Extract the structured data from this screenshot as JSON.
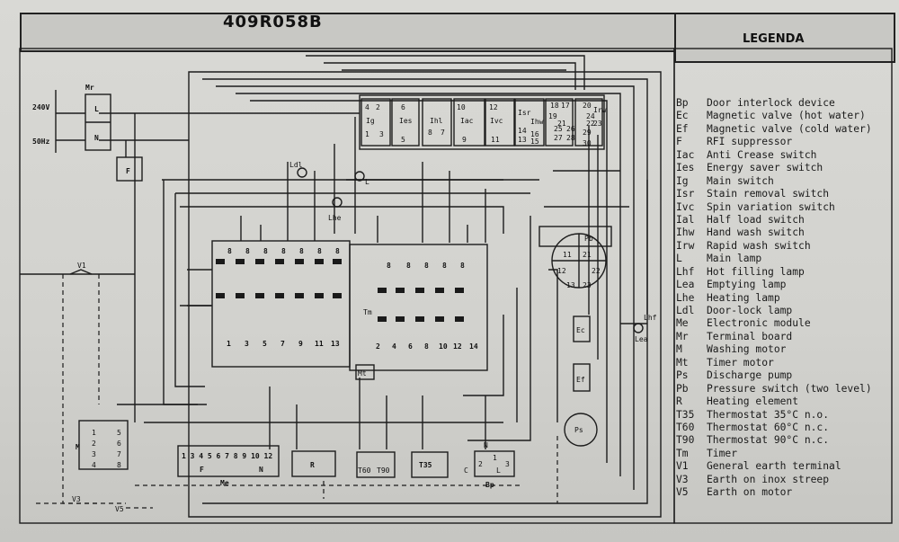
{
  "header": {
    "code": "409R058B",
    "legend_title": "LEGENDA"
  },
  "supply": {
    "voltage": "240V",
    "frequency": "50Hz",
    "terminal_board": "Mr",
    "live": "L",
    "neutral": "N",
    "rfi": "F"
  },
  "earth": {
    "v1": "V1",
    "v3": "V3",
    "v5": "V5"
  },
  "lamps": {
    "ldl": "Ldl",
    "l": "L",
    "lhe": "Lhe",
    "lhf": "Lhf",
    "lea": "Lea"
  },
  "switch_block": {
    "ig": "Ig",
    "ies": "Ies",
    "ihl": "Ihl",
    "iac": "Iac",
    "ivc": "Ivc",
    "isr": "Isr",
    "ihw": "Ihw",
    "irw": "Irw",
    "ig_pins": [
      "4",
      "2",
      "1",
      "3"
    ],
    "ies_pins": [
      "6",
      "5"
    ],
    "ihl_pins": [
      "8",
      "7"
    ],
    "iac_pins": [
      "10",
      "9"
    ],
    "ivc_pins": [
      "12",
      "11"
    ],
    "isr_pins": [
      "14",
      "13"
    ],
    "ihw_pins": [
      "16",
      "15"
    ],
    "irw_pins": [
      "18",
      "17"
    ],
    "right_pins": [
      "20",
      "19",
      "24",
      "22",
      "23",
      "21",
      "25",
      "26",
      "27",
      "28",
      "29",
      "30"
    ]
  },
  "timer": {
    "label": "Tm",
    "motor": "Mt",
    "left_top": [
      "8",
      "8",
      "8",
      "8",
      "8",
      "8",
      "8"
    ],
    "left_bottom": [
      "1",
      "3",
      "5",
      "7",
      "9",
      "11",
      "13"
    ],
    "right_top": [
      "8",
      "8",
      "8",
      "8",
      "8"
    ],
    "right_bottom": [
      "2",
      "4",
      "6",
      "8",
      "10",
      "12",
      "14"
    ]
  },
  "pressure_switch": {
    "label": "Pb",
    "pins": [
      "11",
      "21",
      "12",
      "22",
      "13",
      "23"
    ]
  },
  "valves": {
    "ec": "Ec",
    "ef": "Ef"
  },
  "pump": {
    "label": "Ps"
  },
  "motor": {
    "label": "M",
    "pins": [
      "1",
      "2",
      "3",
      "4",
      "5",
      "6",
      "7",
      "8"
    ]
  },
  "module": {
    "label": "Me",
    "pins": "1 3 4 5 6 7 8 9 10 12",
    "f": "F",
    "n": "N"
  },
  "heater": {
    "label": "R"
  },
  "thermostats": {
    "t60": "T60",
    "t90": "T90",
    "t35": "T35"
  },
  "door": {
    "label": "Bp",
    "n": "N",
    "c": "C",
    "l": "L",
    "pins": [
      "2",
      "1",
      "3"
    ]
  },
  "legend": [
    {
      "code": "Bp",
      "text": "Door interlock device"
    },
    {
      "code": "Ec",
      "text": "Magnetic valve (hot water)"
    },
    {
      "code": "Ef",
      "text": "Magnetic valve (cold water)"
    },
    {
      "code": "F",
      "text": "RFI suppressor"
    },
    {
      "code": "Iac",
      "text": "Anti Crease switch"
    },
    {
      "code": "Ies",
      "text": "Energy saver switch"
    },
    {
      "code": "Ig",
      "text": "Main switch"
    },
    {
      "code": "Isr",
      "text": "Stain removal switch"
    },
    {
      "code": "Ivc",
      "text": "Spin variation switch"
    },
    {
      "code": "Ial",
      "text": "Half load switch"
    },
    {
      "code": "Ihw",
      "text": "Hand wash switch"
    },
    {
      "code": "Irw",
      "text": "Rapid wash switch"
    },
    {
      "code": "L",
      "text": "Main lamp"
    },
    {
      "code": "Lhf",
      "text": "Hot filling lamp"
    },
    {
      "code": "Lea",
      "text": "Emptying lamp"
    },
    {
      "code": "Lhe",
      "text": "Heating lamp"
    },
    {
      "code": "Ldl",
      "text": "Door-lock lamp"
    },
    {
      "code": "Me",
      "text": "Electronic module"
    },
    {
      "code": "Mr",
      "text": "Terminal board"
    },
    {
      "code": "M",
      "text": "Washing motor"
    },
    {
      "code": "Mt",
      "text": "Timer motor"
    },
    {
      "code": "Ps",
      "text": "Discharge pump"
    },
    {
      "code": "Pb",
      "text": "Pressure switch (two level)"
    },
    {
      "code": "R",
      "text": "Heating element"
    },
    {
      "code": "T35",
      "text": "Thermostat 35°C n.o."
    },
    {
      "code": "T60",
      "text": "Thermostat 60°C n.c."
    },
    {
      "code": "T90",
      "text": "Thermostat 90°C n.c."
    },
    {
      "code": "Tm",
      "text": "Timer"
    },
    {
      "code": "V1",
      "text": "General earth terminal"
    },
    {
      "code": "V3",
      "text": "Earth on inox streep"
    },
    {
      "code": "V5",
      "text": "Earth on motor"
    }
  ]
}
